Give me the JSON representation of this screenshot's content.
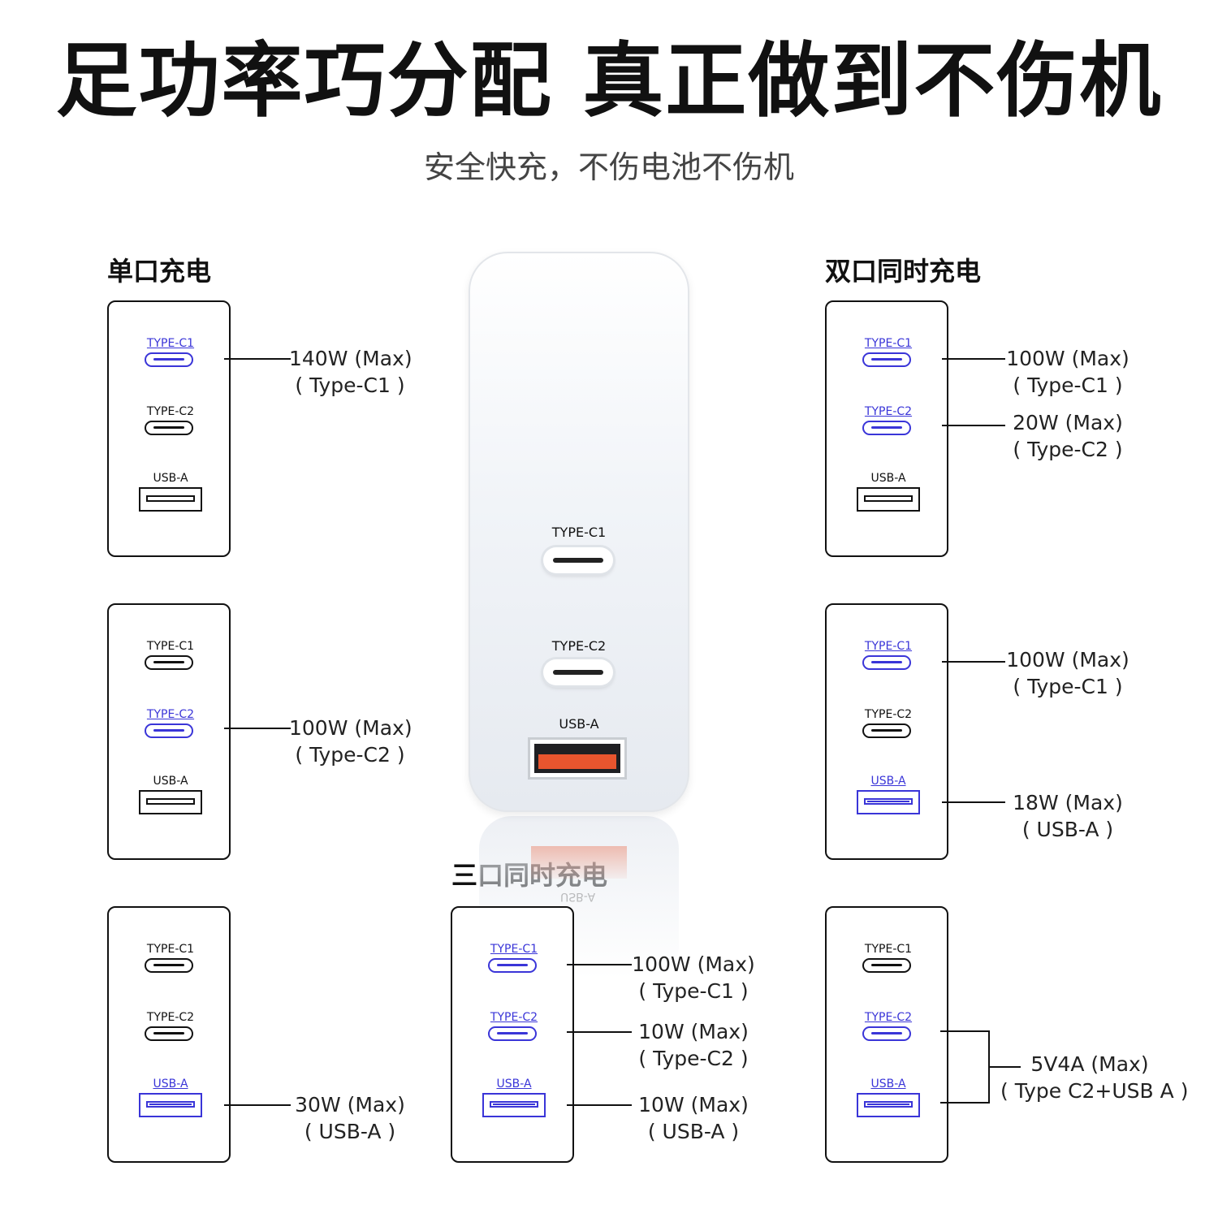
{
  "header": {
    "title": "足功率巧分配 真正做到不伤机",
    "subtitle": "安全快充，不伤电池不伤机"
  },
  "sections": {
    "single": "单口充电",
    "dual": "双口同时充电",
    "triple": "三口同时充电"
  },
  "ports": {
    "c1": "TYPE-C1",
    "c2": "TYPE-C2",
    "a": "USB-A"
  },
  "charger": {
    "c1": "TYPE-C1",
    "c2": "TYPE-C2",
    "a": "USB-A",
    "reflect": "USB-A"
  },
  "colors": {
    "active": "#3a35d8",
    "usb_a_tongue": "#e8552e"
  },
  "specs": {
    "single_c1": {
      "power": "140W (Max)",
      "port": "( Type-C1 )"
    },
    "single_c2": {
      "power": "100W (Max)",
      "port": "( Type-C2 )"
    },
    "single_a": {
      "power": "30W (Max)",
      "port": "( USB-A )"
    },
    "dual1_c1": {
      "power": "100W (Max)",
      "port": "( Type-C1 )"
    },
    "dual1_c2": {
      "power": "20W (Max)",
      "port": "( Type-C2 )"
    },
    "dual2_c1": {
      "power": "100W (Max)",
      "port": "( Type-C1 )"
    },
    "dual2_a": {
      "power": "18W (Max)",
      "port": "( USB-A )"
    },
    "triple_c1": {
      "power": "100W (Max)",
      "port": "( Type-C1 )"
    },
    "triple_c2": {
      "power": "10W (Max)",
      "port": "( Type-C2 )"
    },
    "triple_a": {
      "power": "10W (Max)",
      "port": "( USB-A )"
    },
    "dual3_c2a": {
      "power": "5V4A (Max)",
      "port": "( Type C2+USB A )"
    }
  }
}
